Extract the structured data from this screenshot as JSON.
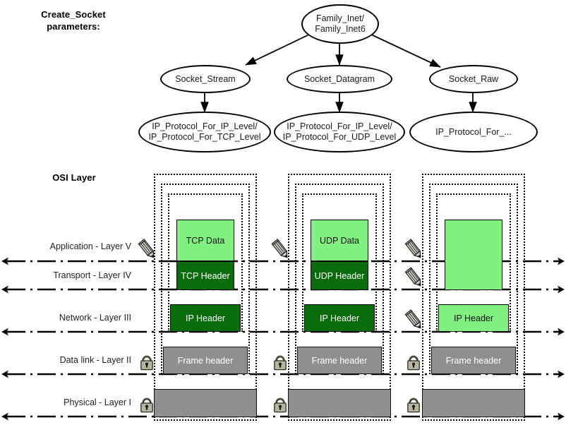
{
  "headings": {
    "create_socket": "Create_Socket",
    "create_socket_sub": "parameters:",
    "osi_layer": "OSI Layer"
  },
  "graph": {
    "root": {
      "line1": "Family_Inet/",
      "line2": "Family_Inet6"
    },
    "socket_types": [
      {
        "label": "Socket_Stream"
      },
      {
        "label": "Socket_Datagram"
      },
      {
        "label": "Socket_Raw"
      }
    ],
    "protocol_levels": [
      {
        "line1": "IP_Protocol_For_IP_Level/",
        "line2": "IP_Protocol_For_TCP_Level"
      },
      {
        "line1": "IP_Protocol_For_IP_Level/",
        "line2": "IP_Protocol_For_UDP_Level"
      },
      {
        "line1": "IP_Protocol_For_...",
        "line2": ""
      }
    ]
  },
  "osi": {
    "layers": [
      {
        "label": "Application - Layer V"
      },
      {
        "label": "Transport - Layer IV"
      },
      {
        "label": "Network - Layer III"
      },
      {
        "label": "Data link - Layer II"
      },
      {
        "label": "Physical - Layer I"
      }
    ]
  },
  "stacks": [
    {
      "name": "tcp-stack",
      "boxes": [
        {
          "label": "TCP Data",
          "shade": "light"
        },
        {
          "label": "TCP Header",
          "shade": "dark"
        },
        {
          "label": "IP Header",
          "shade": "dark"
        },
        {
          "label": "Frame header",
          "shade": "grey"
        },
        {
          "label": "",
          "shade": "grey"
        }
      ],
      "icons": [
        {
          "type": "pencil-icon",
          "layer": "Application - Layer V"
        },
        {
          "type": "lock-icon",
          "layer": "Data link - Layer II"
        },
        {
          "type": "lock-icon",
          "layer": "Physical - Layer I"
        }
      ]
    },
    {
      "name": "udp-stack",
      "boxes": [
        {
          "label": "UDP Data",
          "shade": "light"
        },
        {
          "label": "UDP Header",
          "shade": "dark"
        },
        {
          "label": "IP Header",
          "shade": "dark"
        },
        {
          "label": "Frame header",
          "shade": "grey"
        },
        {
          "label": "",
          "shade": "grey"
        }
      ],
      "icons": [
        {
          "type": "pencil-icon",
          "layer": "Application - Layer V"
        },
        {
          "type": "lock-icon",
          "layer": "Data link - Layer II"
        },
        {
          "type": "lock-icon",
          "layer": "Physical - Layer I"
        }
      ]
    },
    {
      "name": "raw-stack",
      "boxes": [
        {
          "label": "",
          "shade": "light"
        },
        {
          "label": "IP Header",
          "shade": "light"
        },
        {
          "label": "Frame header",
          "shade": "grey"
        },
        {
          "label": "",
          "shade": "grey"
        }
      ],
      "icons": [
        {
          "type": "pencil-icon",
          "layer": "Application - Layer V"
        },
        {
          "type": "pencil-icon",
          "layer": "Transport - Layer IV"
        },
        {
          "type": "pencil-icon",
          "layer": "Network - Layer III"
        },
        {
          "type": "lock-icon",
          "layer": "Data link - Layer II"
        },
        {
          "type": "lock-icon",
          "layer": "Physical - Layer I"
        }
      ]
    }
  ],
  "colors": {
    "data_light_green": "#80f080",
    "header_dark_green": "#0a6b0a",
    "frame_grey": "#8f8f8f",
    "stroke_black": "#000000",
    "text_dark": "#222222"
  }
}
